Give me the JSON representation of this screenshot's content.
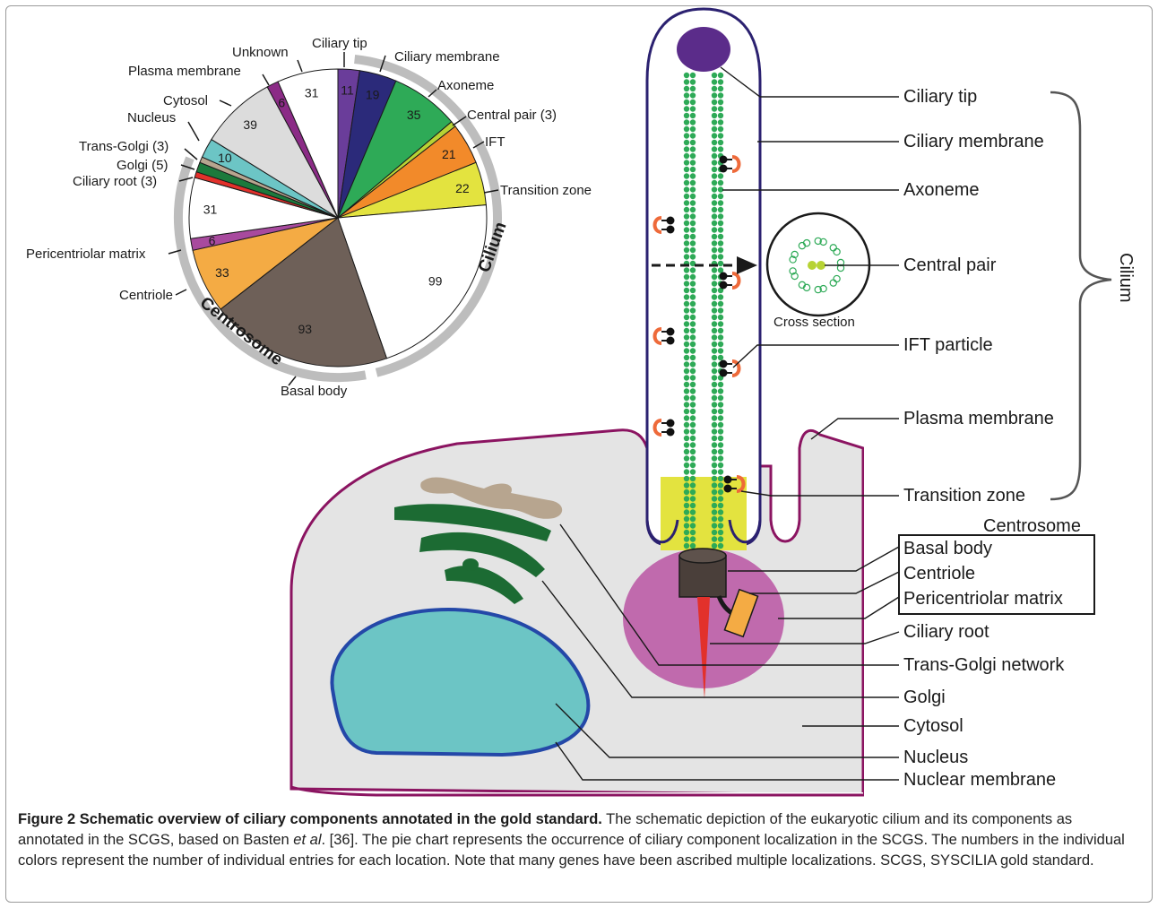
{
  "figure": {
    "caption_title": "Figure 2 Schematic overview of ciliary components annotated in the gold standard.",
    "caption_p1": " The schematic depiction of the eukaryotic cilium and its components as annotated in the SCGS, based on Basten ",
    "caption_italic": "et al",
    "caption_p2": ". [36]. The pie chart represents the occurrence of ciliary component localization in the SCGS. The numbers in the individual colors represent the number of individual entries for each location. Note that many genes have been ascribed multiple localizations. SCGS, SYSCILIA gold standard."
  },
  "chart_data": {
    "type": "pie",
    "slices": [
      {
        "label": "Ciliary tip",
        "value": 11,
        "color": "#6a3d9a"
      },
      {
        "label": "Ciliary membrane",
        "value": 19,
        "color": "#2b2a7a"
      },
      {
        "label": "Axoneme",
        "value": 35,
        "color": "#2eaa57"
      },
      {
        "label": "Central pair (3)",
        "value": 3,
        "color": "#b7d334"
      },
      {
        "label": "IFT",
        "value": 21,
        "color": "#f28a2a"
      },
      {
        "label": "Transition zone",
        "value": 22,
        "color": "#e3e33f"
      },
      {
        "label": "",
        "value": 99,
        "color": "#ffffff"
      },
      {
        "label": "Basal body",
        "value": 93,
        "color": "#6e6058"
      },
      {
        "label": "Centriole",
        "value": 33,
        "color": "#f4ab44"
      },
      {
        "label": "Pericentriolar matrix",
        "value": 6,
        "color": "#a84a9e"
      },
      {
        "label": "",
        "value": 31,
        "color": "#ffffff"
      },
      {
        "label": "Ciliary root (3)",
        "value": 3,
        "color": "#e2312b"
      },
      {
        "label": "Golgi (5)",
        "value": 5,
        "color": "#1c7a3c"
      },
      {
        "label": "Trans-Golgi (3)",
        "value": 3,
        "color": "#b7a58f"
      },
      {
        "label": "Nucleus",
        "value": 10,
        "color": "#6cc5c5"
      },
      {
        "label": "Cytosol",
        "value": 39,
        "color": "#dcdcdc"
      },
      {
        "label": "Plasma membrane",
        "value": 6,
        "color": "#8b2b86"
      },
      {
        "label": "Unknown",
        "value": 31,
        "color": "#ffffff"
      }
    ],
    "value_labels": [
      "11",
      "19",
      "35",
      "21",
      "22",
      "99",
      "93",
      "33",
      "6",
      "31",
      "10",
      "39",
      "6",
      "31"
    ],
    "group_arcs": [
      "Cilium",
      "Centrosome"
    ]
  },
  "diagram": {
    "labels": {
      "ciliary_tip": "Ciliary tip",
      "ciliary_membrane": "Ciliary membrane",
      "axoneme": "Axoneme",
      "central_pair": "Central pair",
      "ift_particle": "IFT particle",
      "plasma_membrane": "Plasma membrane",
      "transition_zone": "Transition zone",
      "centrosome": "Centrosome",
      "basal_body": "Basal body",
      "centriole": "Centriole",
      "pericentriolar_matrix": "Pericentriolar matrix",
      "ciliary_root": "Ciliary root",
      "trans_golgi": "Trans-Golgi network",
      "golgi": "Golgi",
      "cytosol": "Cytosol",
      "nucleus": "Nucleus",
      "nuclear_membrane": "Nuclear membrane",
      "cilium": "Cilium",
      "cross_section": "Cross section"
    }
  }
}
